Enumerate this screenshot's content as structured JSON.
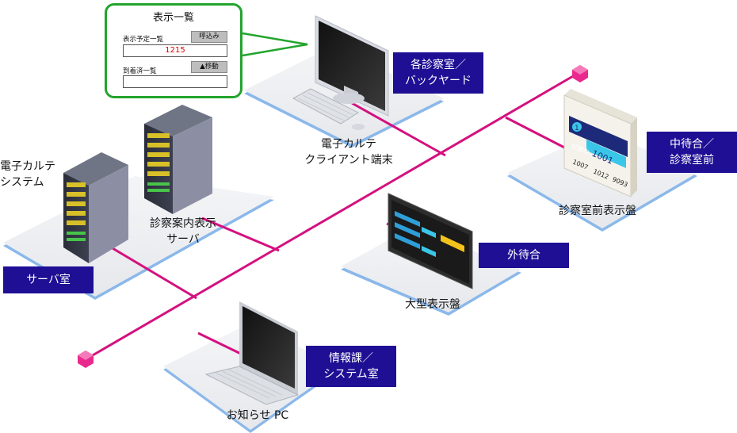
{
  "callout": {
    "title": "表示一覧",
    "scheduled_label": "表示予定一覧",
    "call_button": "呼込み",
    "scheduled_value": "1215",
    "arrived_label": "到着済一覧",
    "move_button": "▲移動"
  },
  "locations": {
    "exam_rooms": [
      "各診察室／",
      "バックヤード"
    ],
    "waiting_mid": [
      "中待合／",
      "診察室前"
    ],
    "waiting_outer": "外待合",
    "server_room": "サーバ室",
    "it_dept": [
      "情報課／",
      "システム室"
    ]
  },
  "devices": {
    "emr_client": [
      "電子カルテ",
      "クライアント端末"
    ],
    "emr_system": [
      "電子カルテ",
      "システム"
    ],
    "display_server": [
      "診察案内表示",
      "サーバ"
    ],
    "room_display": "診察室前表示盤",
    "large_display": "大型表示盤",
    "notice_pc": "お知らせ PC"
  },
  "room_panel": {
    "room_number": "1",
    "current_label": "診察中",
    "current_number": "1001",
    "queue": [
      "1007",
      "1012",
      "9093"
    ]
  },
  "colors": {
    "network_line": "#d4117f",
    "location_tag": "#1e0f94",
    "callout_border": "#23a42e",
    "platform_edge": "#8bb8ea"
  }
}
